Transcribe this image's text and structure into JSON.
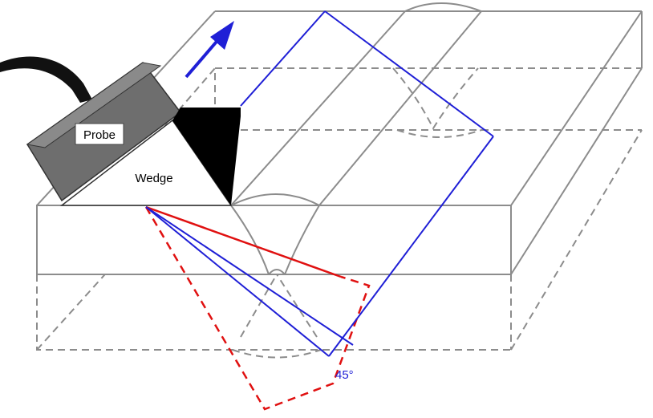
{
  "labels": {
    "probe": "Probe",
    "wedge": "Wedge",
    "angle": "45°"
  },
  "colors": {
    "specimen_lines": "#8c8c8c",
    "hidden_lines": "#8c8c8c",
    "beam_path": "#1f1fd6",
    "beam_spread": "#e01010",
    "scan_arrow": "#1f1fd6",
    "probe_body": "#6e6e6e",
    "crystal": "#000000",
    "cable": "#111111"
  },
  "icons": {
    "scan_direction": "arrow-up-right-icon"
  }
}
